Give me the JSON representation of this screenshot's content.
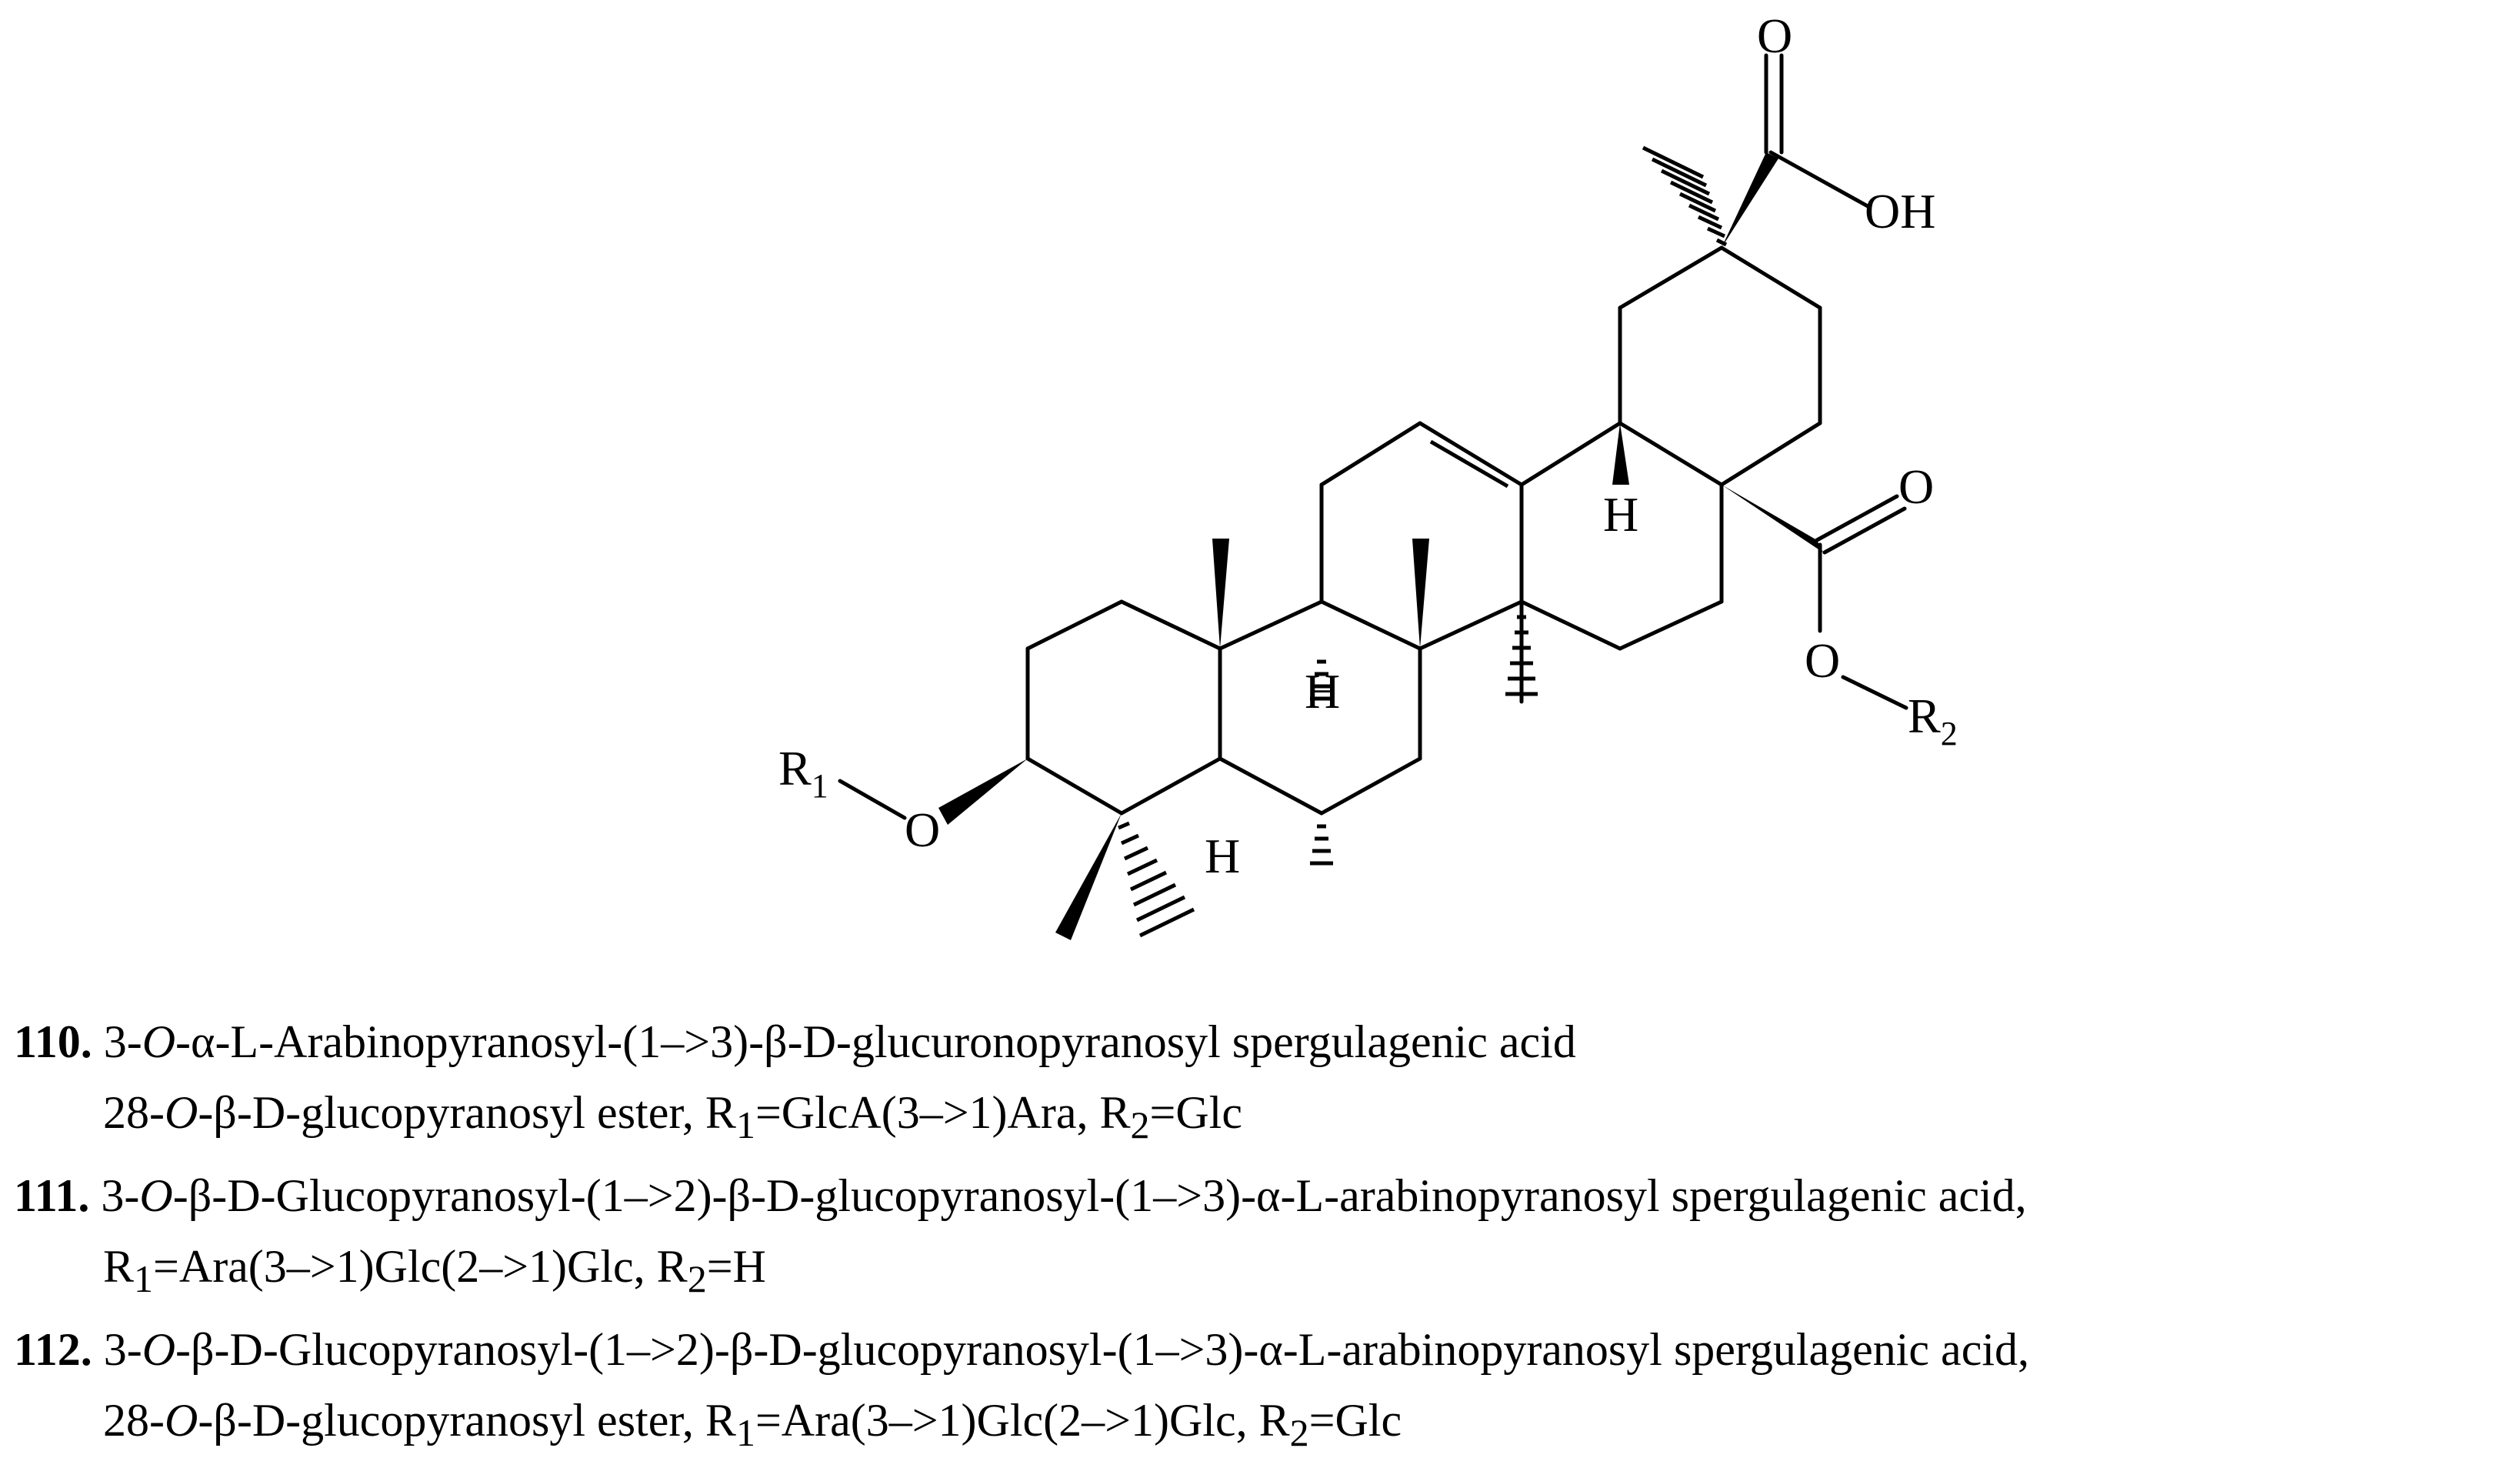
{
  "structure": {
    "atoms": {
      "o_top": "O",
      "oh": "OH",
      "o_ester_carbonyl": "O",
      "o_ester": "O",
      "r2": "R",
      "r2_sub": "2",
      "r1": "R",
      "r1_sub": "1",
      "o_c3": "O",
      "h_c18": "H",
      "h_c9": "H",
      "h_c5": "H"
    }
  },
  "compounds": [
    {
      "number": "110.",
      "name_pre": " 3-",
      "name_italic": "O",
      "name_post": "-α-L-Arabinopyranosyl-(1–>3)-β-D-glucuronopyranosyl spergulagenic acid",
      "line2_pre": "28-",
      "line2_italic": "O",
      "line2_text": "-β-D-glucopyranosyl ester, R",
      "r1_sub": "1",
      "r1_value": "=GlcA(3–>1)Ara, R",
      "r2_sub": "2",
      "r2_value": "=Glc"
    },
    {
      "number": "111.",
      "name_pre": " 3-",
      "name_italic": "O",
      "name_post": "-β-D-Glucopyranosyl-(1–>2)-β-D-glucopyranosyl-(1–>3)-α-L-arabinopyranosyl spergulagenic acid,",
      "line2_r": "R",
      "r1_sub": "1",
      "r1_value": "=Ara(3–>1)Glc(2–>1)Glc, R",
      "r2_sub": "2",
      "r2_value": "=H"
    },
    {
      "number": "112.",
      "name_pre": " 3-",
      "name_italic": "O",
      "name_post": "-β-D-Glucopyranosyl-(1–>2)-β-D-glucopyranosyl-(1–>3)-α-L-arabinopyranosyl spergulagenic acid,",
      "line2_pre": "28-",
      "line2_italic": "O",
      "line2_text": "-β-D-glucopyranosyl ester, R",
      "r1_sub": "1",
      "r1_value": "=Ara(3–>1)Glc(2–>1)Glc, R",
      "r2_sub": "2",
      "r2_value": "=Glc"
    }
  ]
}
